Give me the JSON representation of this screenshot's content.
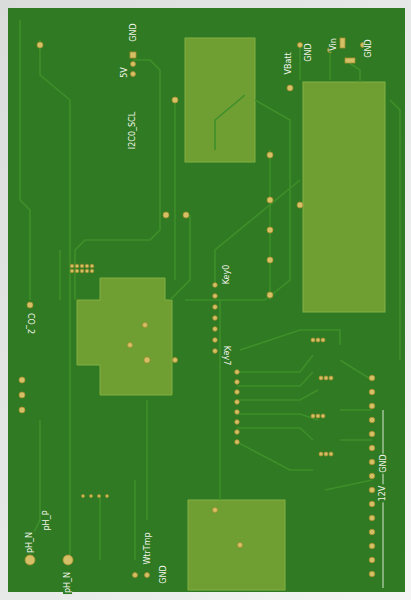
{
  "diagram": {
    "labels": [
      "GND",
      "5V",
      "I2C0_SCL",
      "VBatt",
      "GND",
      "Vin",
      "GND",
      "Key0",
      "CO_2",
      "Key7",
      "12V",
      "GND",
      "pH_N",
      "pH_P",
      "pH_N",
      "WtrTmp",
      "GND"
    ]
  }
}
